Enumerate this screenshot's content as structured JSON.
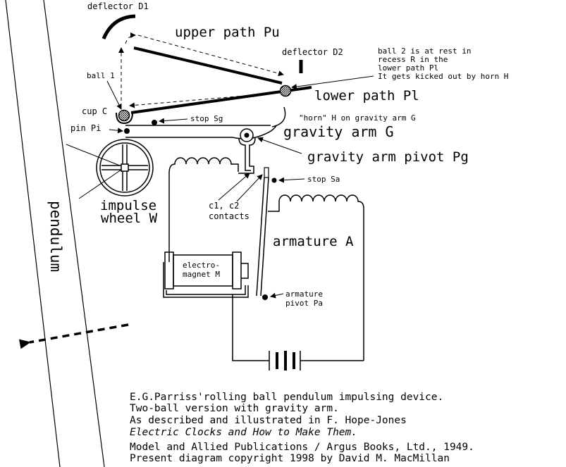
{
  "labels": {
    "deflector_d1": "deflector D1",
    "upper_path": "upper path Pu",
    "deflector_d2": "deflector D2",
    "ball2_note": [
      "ball 2 is at rest in",
      "recess R in the",
      "lower path Pl",
      "It gets kicked out by horn H"
    ],
    "ball1": "ball 1",
    "lower_path": "lower path Pl",
    "cup": "cup C",
    "stop_sg": "stop Sg",
    "horn": "\"horn\" H on gravity arm G",
    "pin": "pin Pi",
    "gravity_arm": "gravity arm G",
    "gravity_pivot": "gravity arm pivot Pg",
    "stop_sa": "stop Sa",
    "contacts": [
      "c1, c2",
      "contacts"
    ],
    "impulse_wheel": [
      "impulse",
      "wheel W"
    ],
    "armature": "armature A",
    "electromagnet": [
      "electro-",
      "magnet M"
    ],
    "armature_pivot": [
      "armature",
      "pivot Pa"
    ],
    "pendulum": "pendulum"
  },
  "caption": [
    "E.G.Parriss'rolling ball pendulum impulsing device.",
    "Two-ball version with gravity arm.",
    "As described and illustrated in F. Hope-Jones",
    "Electric Clocks and How to Make Them.",
    "Model and Allied Publications / Argus Books, Ltd., 1949.",
    "Present diagram copyright 1998 by David M. MacMillan"
  ]
}
